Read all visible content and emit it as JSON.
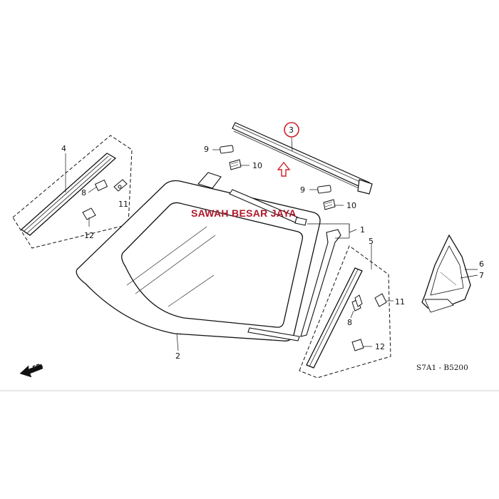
{
  "watermark": "SAWAH BESAR JAYA",
  "diagram_code": "S7A1 - B5200",
  "front_label": "FR.",
  "callouts": {
    "c1": "1",
    "c2": "2",
    "c3": "3",
    "c4": "4",
    "c5": "5",
    "c6": "6",
    "c7": "7",
    "c8a": "8",
    "c8b": "8",
    "c9a": "9",
    "c9b": "9",
    "c10a": "10",
    "c10b": "10",
    "c11a": "11",
    "c11b": "11",
    "c12a": "12",
    "c12b": "12"
  },
  "colors": {
    "highlight": "#d0202a",
    "line": "#111111",
    "background": "#ffffff"
  }
}
